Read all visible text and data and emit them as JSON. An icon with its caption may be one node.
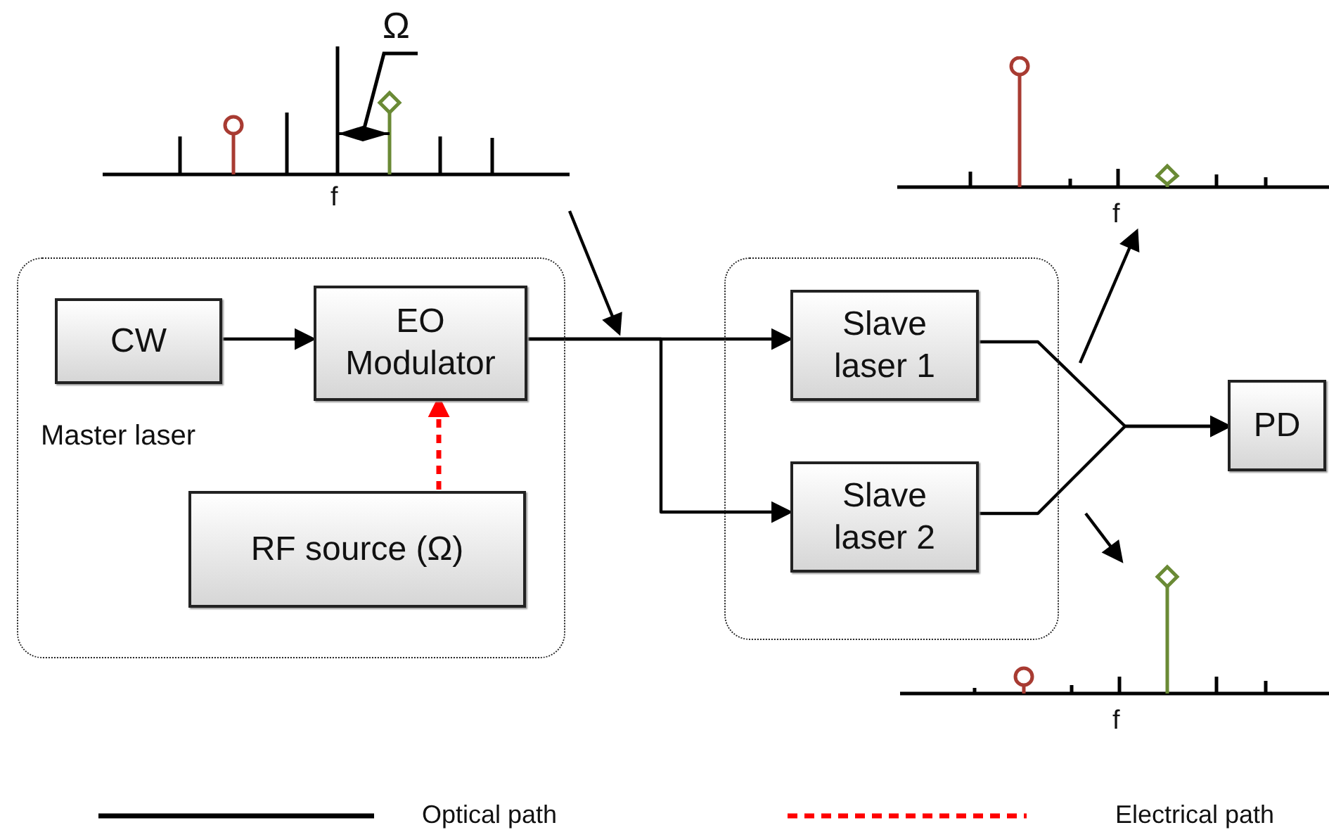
{
  "diagram": {
    "nodes": [
      {
        "text": [
          "Master laser"
        ]
      },
      {
        "text": [
          "CW"
        ],
        "in": 0
      },
      {
        "text": [
          "EO Modulator"
        ],
        "in": 0
      },
      {
        "text": [
          "RF source (Ω)"
        ],
        "in": 0
      },
      {
        "text": [],
        "shape": "box"
      },
      {
        "text": [
          "Slave laser 1"
        ],
        "in": 4
      },
      {
        "text": [
          "Slave laser 2"
        ],
        "in": 4
      },
      {
        "text": [
          "PD"
        ]
      },
      {
        "text": [
          "Ω",
          "f"
        ]
      },
      {
        "text": [
          "f"
        ]
      },
      {
        "text": [
          "f"
        ]
      }
    ],
    "edges": [
      {
        "from": 1,
        "to": 2,
        "arrow": "to"
      },
      {
        "from": 3,
        "to": 2,
        "arrow": "to",
        "style": "dashed",
        "color": "#ff0000"
      },
      {
        "from": 2,
        "to": 5,
        "arrow": "to"
      },
      {
        "from": 2,
        "to": 6,
        "arrow": "to"
      },
      {
        "from": 5,
        "to": 7,
        "arrow": "to"
      },
      {
        "from": 6,
        "to": 7,
        "arrow": "to"
      },
      {
        "from": 8,
        "to": null,
        "arrow": "to"
      },
      {
        "from": null,
        "to": 9,
        "arrow": "to"
      },
      {
        "from": null,
        "to": 10,
        "arrow": "to"
      }
    ],
    "legend": [
      {
        "text": "Optical path"
      },
      {
        "text": "Electrical path"
      }
    ]
  }
}
